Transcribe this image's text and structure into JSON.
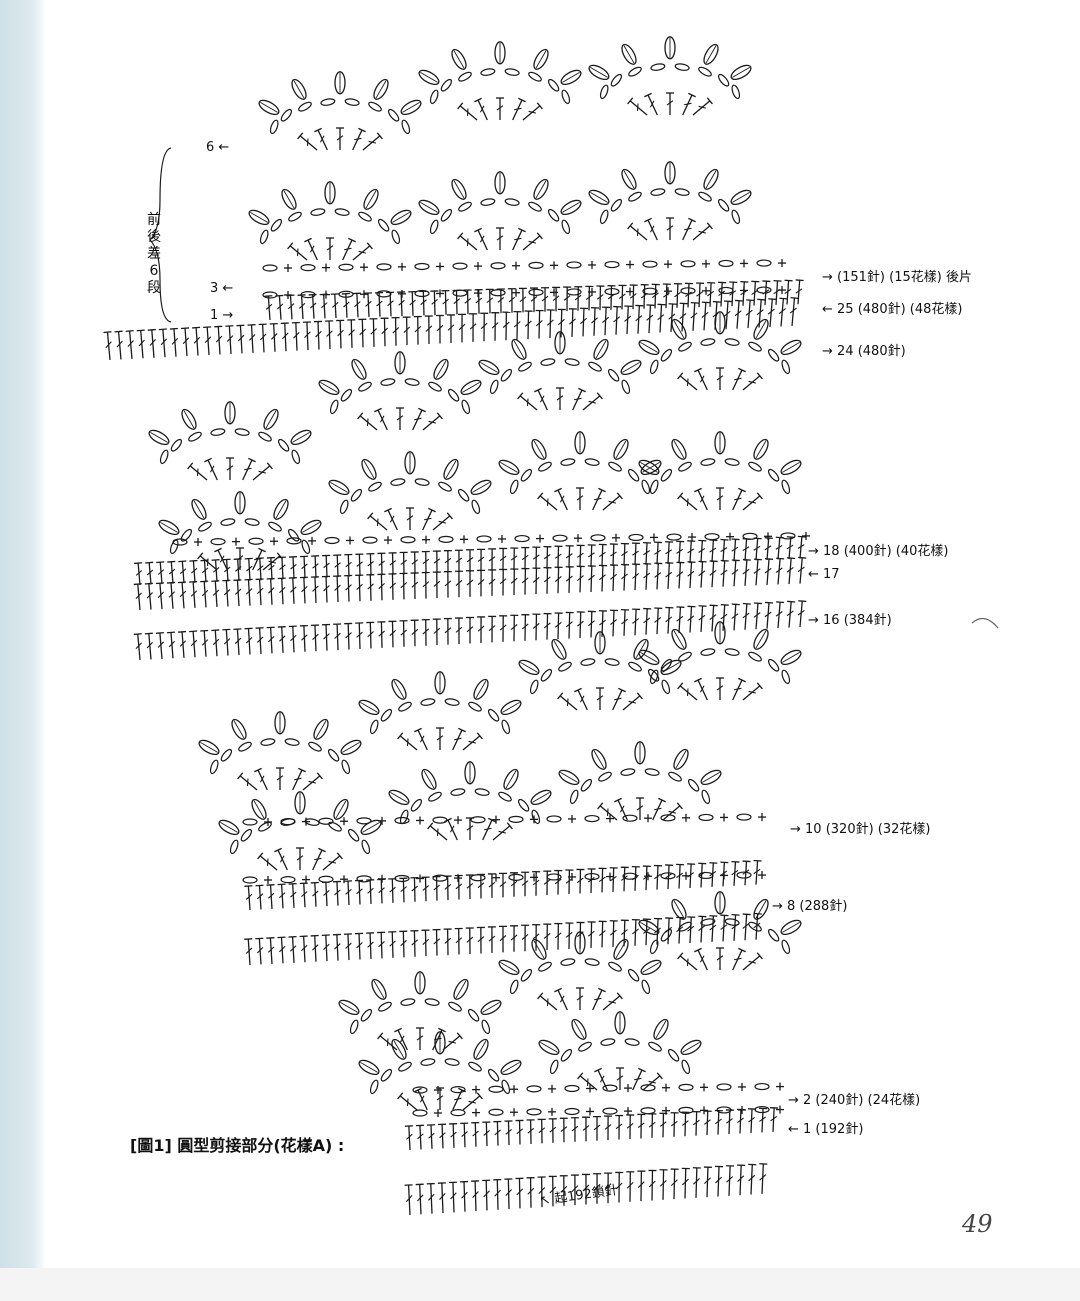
{
  "figure": {
    "title": "[圖1] 圓型剪接部分(花樣A) :",
    "page_number": "49",
    "side_note": "前後差6段",
    "chain_note": "起192鎖針"
  },
  "row_labels": [
    {
      "key": "r6_top",
      "text": "6"
    },
    {
      "key": "r3_top",
      "text": "3"
    },
    {
      "key": "r1_top",
      "text": "1"
    },
    {
      "key": "r26",
      "text": "(151針) (15花樣) 後片"
    },
    {
      "key": "r25",
      "text": "25 (480針) (48花樣)"
    },
    {
      "key": "r24",
      "text": "24 (480針)"
    },
    {
      "key": "r18",
      "text": "18 (400針) (40花樣)"
    },
    {
      "key": "r17",
      "text": "17"
    },
    {
      "key": "r16",
      "text": "16 (384針)"
    },
    {
      "key": "r10",
      "text": "10 (320針) (32花樣)"
    },
    {
      "key": "r8",
      "text": "8 (288針)"
    },
    {
      "key": "r2",
      "text": "2 (240針) (24花樣)"
    },
    {
      "key": "r1",
      "text": "1 (192針)"
    }
  ],
  "colors": {
    "ink": "#1a1a1a",
    "paper": "#ffffff",
    "edge": "#d6e4ea"
  }
}
